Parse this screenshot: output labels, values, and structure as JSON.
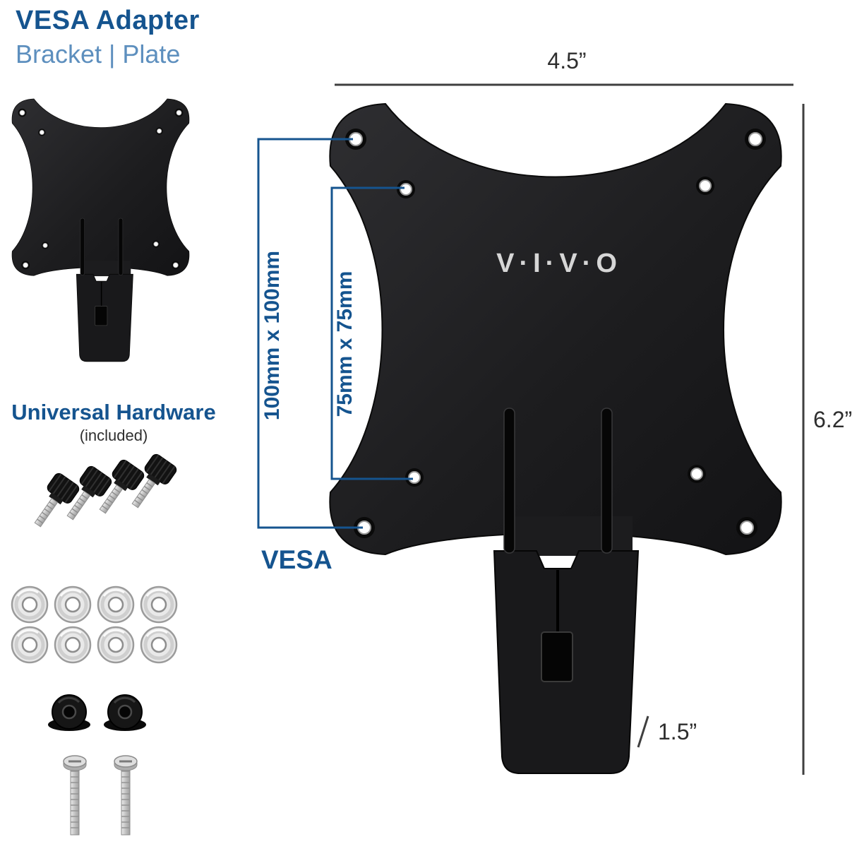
{
  "header": {
    "title": "VESA Adapter",
    "subtitle": "Bracket | Plate"
  },
  "hardware": {
    "heading": "Universal Hardware",
    "subheading": "(included)",
    "components": [
      {
        "name": "thumbscrew",
        "count": 4
      },
      {
        "name": "washer",
        "count": 8
      },
      {
        "name": "rubber-grommet",
        "count": 2
      },
      {
        "name": "machine-screw",
        "count": 2
      }
    ]
  },
  "diagram": {
    "logo": "V·I·V·O",
    "dimensions": {
      "width": "4.5”",
      "height": "6.2”",
      "depth": "1.5”",
      "vesa100": "100mm x 100mm",
      "vesa75": "75mm x 75mm",
      "vesa_label": "VESA"
    }
  },
  "colors": {
    "brand_blue": "#15548f",
    "light_blue": "#5d8fbe",
    "plate_black": "#1d1d1f",
    "dimension_gray": "#2e2e2e"
  }
}
